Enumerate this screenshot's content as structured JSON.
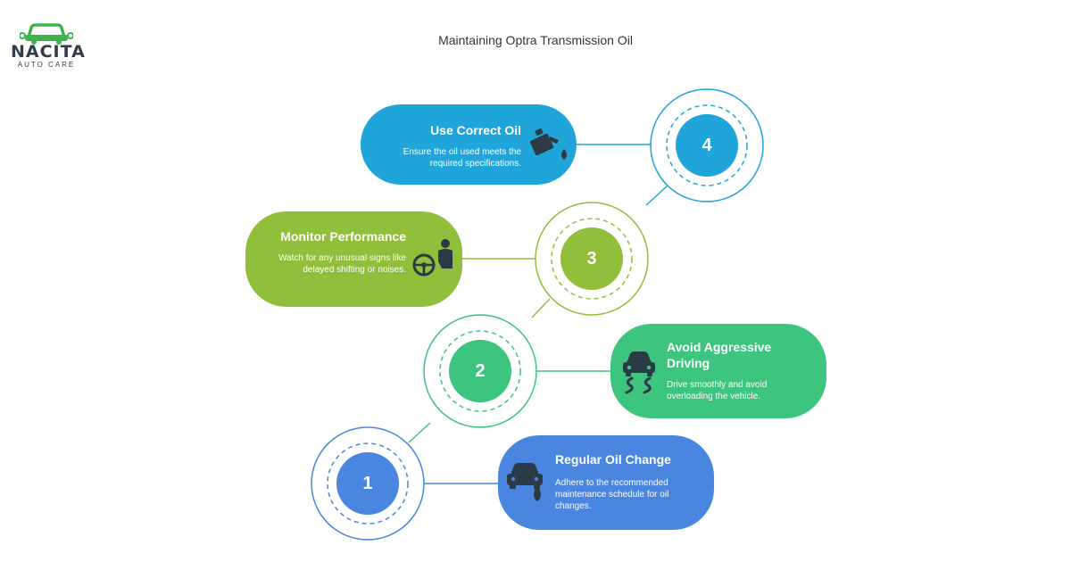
{
  "brand": {
    "name": "NACITA",
    "tagline": "AUTO CARE"
  },
  "title": "Maintaining Optra Transmission Oil",
  "steps": [
    {
      "number": "1",
      "title": "Regular Oil Change",
      "desc": "Adhere to the recommended maintenance schedule for oil changes.",
      "color": "#4a86e0",
      "icon": "car-oil-drop-icon"
    },
    {
      "number": "2",
      "title": "Avoid Aggressive Driving",
      "desc": "Drive smoothly and avoid overloading the vehicle.",
      "color": "#3dc47e",
      "icon": "car-skid-icon"
    },
    {
      "number": "3",
      "title": "Monitor Performance",
      "desc": "Watch for any unusual signs like delayed shifting or noises.",
      "color": "#91be3b",
      "icon": "driver-steering-wheel-icon"
    },
    {
      "number": "4",
      "title": "Use Correct Oil",
      "desc": "Ensure the oil used meets the required specifications.",
      "color": "#1fa5d9",
      "icon": "oil-can-pour-icon"
    }
  ]
}
